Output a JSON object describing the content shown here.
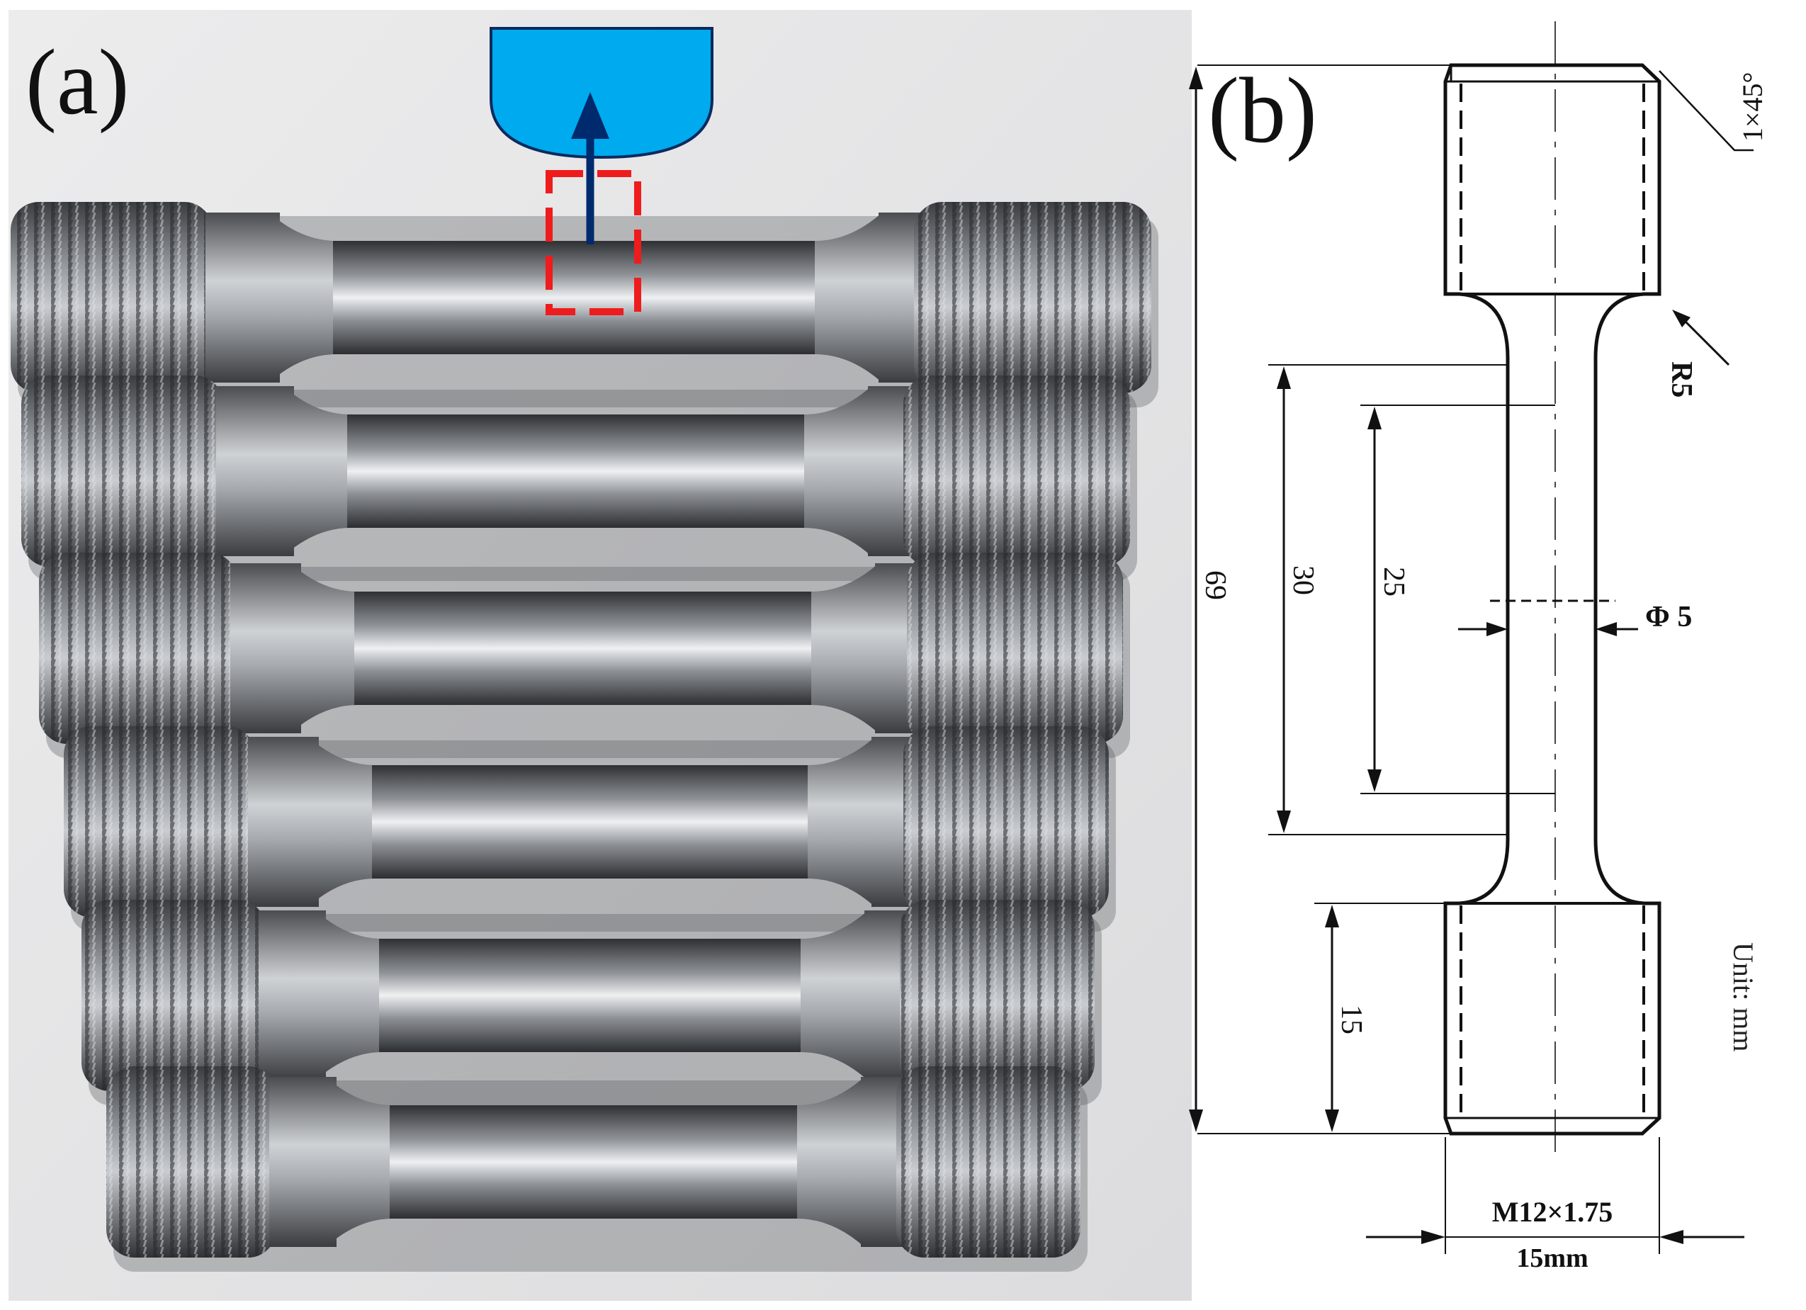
{
  "panels": {
    "a": {
      "label": "(a)",
      "specimen_count": 6,
      "colors": {
        "cutter": "#00aaee",
        "arrow": "#002a6e",
        "sample_box": "#ee1c1c",
        "metal": "#8d9297"
      }
    },
    "b": {
      "label": "(b)",
      "chamfer": "1×45°",
      "fillet_radius": "R5",
      "gauge_diameter": "Φ 5",
      "total_length": "69",
      "parallel_length": "30",
      "gauge_length": "25",
      "thread_length": "15",
      "thread_spec": "M12×1.75",
      "head_width": "15mm",
      "unit": "Unit: mm"
    }
  }
}
